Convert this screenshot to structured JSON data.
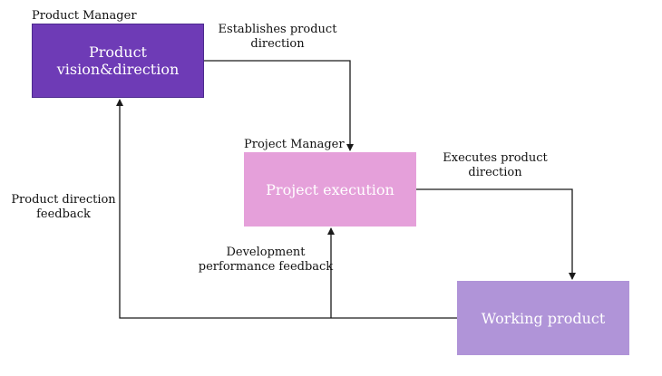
{
  "colors": {
    "vision_box": "#6e3bb6",
    "execution_box": "#e5a0da",
    "working_box": "#b094d8",
    "connector": "#1a1a1a"
  },
  "nodes": {
    "vision": {
      "role": "Product Manager",
      "label": "Product vision&direction"
    },
    "execution": {
      "role": "Project Manager",
      "label": "Project execution"
    },
    "working": {
      "label": "Working product"
    }
  },
  "edges": {
    "establishes": {
      "line1": "Establishes product",
      "line2": "direction"
    },
    "executes": {
      "line1": "Executes product",
      "line2": "direction"
    },
    "direction_feedback": {
      "line1": "Product direction",
      "line2": "feedback"
    },
    "performance_feedback": {
      "line1": "Development",
      "line2": "performance feedback"
    }
  }
}
